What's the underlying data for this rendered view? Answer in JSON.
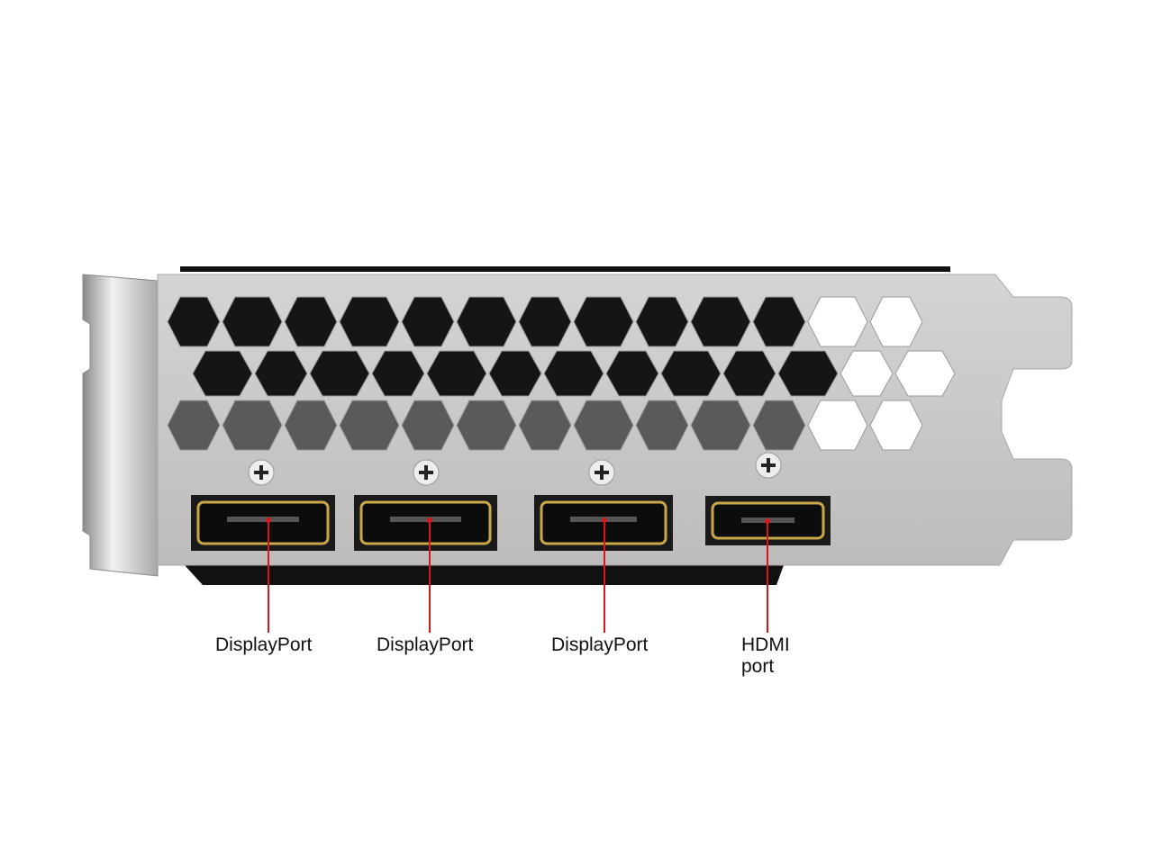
{
  "ports": [
    {
      "label": "DisplayPort",
      "type": "displayport"
    },
    {
      "label": "DisplayPort",
      "type": "displayport"
    },
    {
      "label": "DisplayPort",
      "type": "displayport"
    },
    {
      "label_line1": "HDMI",
      "label_line2": "port",
      "type": "hdmi"
    }
  ],
  "colors": {
    "callout": "#d81818",
    "plate": "#c9c7c6",
    "connector_gold": "#c8a848"
  }
}
